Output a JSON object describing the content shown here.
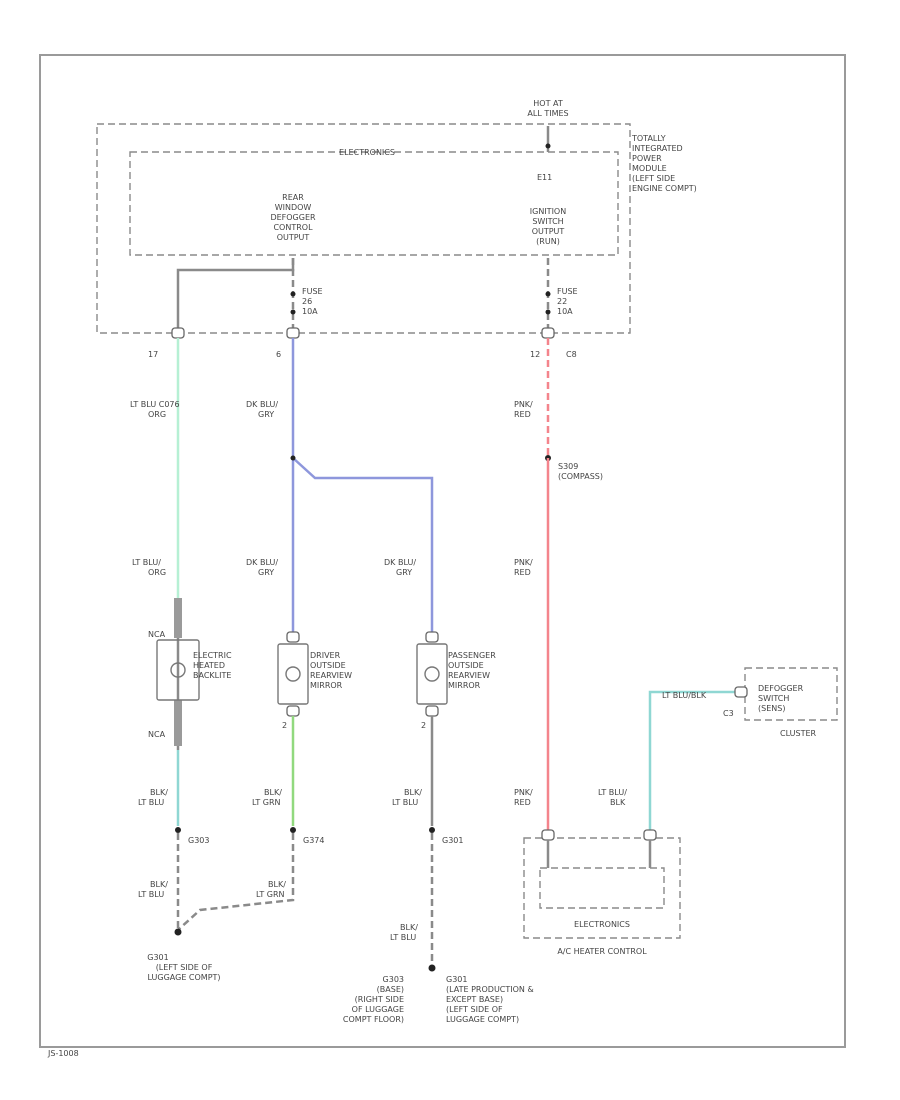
{
  "frame_code": "JS-1008",
  "colors": {
    "ltblu_org": "#b6f0d4",
    "dkblu_gry": "#8e97dc",
    "pnk_red": "#f4848c",
    "blk_ltgrn": "#91d97e",
    "ltblu_blk": "#8fd7d3",
    "frame": "#9a9a9a"
  },
  "tipm": {
    "hot_at_all_times": [
      "HOT AT",
      "ALL TIMES"
    ],
    "electronics": "ELECTRONICS",
    "connector_e11": "E11",
    "name": [
      "TOTALLY",
      "INTEGRATED",
      "POWER",
      "MODULE",
      "(LEFT SIDE",
      "ENGINE COMPT)"
    ],
    "rear_window": [
      "REAR",
      "WINDOW",
      "DEFOGGER",
      "CONTROL",
      "OUTPUT"
    ],
    "ignition": [
      "IGNITION",
      "SWITCH",
      "OUTPUT",
      "(RUN)"
    ],
    "fuse_left": [
      "FUSE",
      "26",
      "10A"
    ],
    "fuse_right": [
      "FUSE",
      "22",
      "10A"
    ]
  },
  "pins": {
    "p17": "17",
    "p6": "6",
    "p12": "12",
    "c8": "C8"
  },
  "wires": {
    "ltblu_c076_org": [
      "LT BLU C076",
      "ORG"
    ],
    "dkblu_gry_top": [
      "DK BLU/",
      "GRY"
    ],
    "pnk_red_top": [
      "PNK/",
      "RED"
    ],
    "ltblu_org_mid": [
      "LT BLU/",
      "ORG"
    ],
    "dkblu_gry_mid1": [
      "DK BLU/",
      "GRY"
    ],
    "dkblu_gry_mid2": [
      "DK BLU/",
      "GRY"
    ],
    "pnk_red_mid": [
      "PNK/",
      "RED"
    ],
    "blk_ltblu_1": [
      "BLK/",
      "LT BLU"
    ],
    "blk_ltgrn": [
      "BLK/",
      "LT GRN"
    ],
    "blk_ltblu_3": [
      "BLK/",
      "LT BLU"
    ],
    "pnk_red_bot": [
      "PNK/",
      "RED"
    ],
    "ltblu_blk": [
      "LT BLU/",
      "BLK"
    ],
    "blk_ltgrn_low": [
      "BLK/",
      "LT GRN"
    ],
    "blk_ltblu_low1": [
      "BLK/",
      "LT BLU"
    ],
    "blk_ltblu_low2": [
      "BLK/",
      "LT BLU"
    ],
    "ltblu_blk_top": "LT BLU/BLK"
  },
  "splices": {
    "s309": [
      "S309",
      "(COMPASS)"
    ]
  },
  "components": {
    "backlite": [
      "ELECTRIC",
      "HEATED",
      "BACKLITE"
    ],
    "nca_top": "NCA",
    "nca_bot": "NCA",
    "driver_mirror": [
      "DRIVER",
      "OUTSIDE",
      "REARVIEW",
      "MIRROR"
    ],
    "passenger_mirror": [
      "PASSENGER",
      "OUTSIDE",
      "REARVIEW",
      "MIRROR"
    ],
    "pin2_left": "2",
    "pin2_right": "2",
    "defogger_switch": [
      "DEFOGGER",
      "SWITCH",
      "(SENS)"
    ],
    "cluster": "CLUSTER",
    "c3": "C3",
    "electronics_hvac": "ELECTRONICS",
    "hvac": "A/C HEATER CONTROL"
  },
  "grounds": {
    "g303": "G303",
    "g374": "G374",
    "g301": "G301",
    "g301_left": [
      "G301",
      "(LEFT SIDE OF",
      "LUGGAGE COMPT)"
    ],
    "g303_base": [
      "G303",
      "(BASE)",
      "(RIGHT SIDE",
      "OF LUGGAGE",
      "COMPT FLOOR)"
    ],
    "g301_late": [
      "G301",
      "(LATE PRODUCTION &",
      "EXCEPT BASE)",
      "(LEFT SIDE OF",
      "LUGGAGE COMPT)"
    ]
  }
}
